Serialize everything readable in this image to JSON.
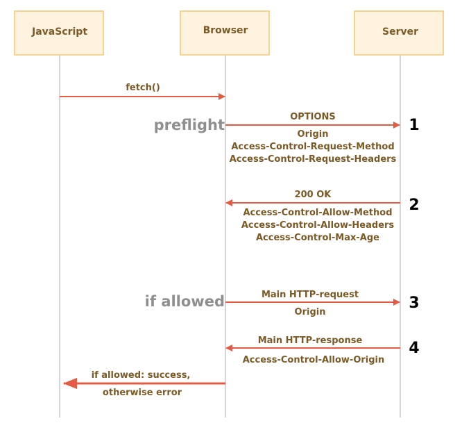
{
  "colors": {
    "actor_fill": "#fff3df",
    "actor_stroke": "#f0c777",
    "lifeline": "#c8c8c8",
    "arrow": "#e25c45",
    "label_text": "#7a5a27",
    "side_label": "#8f8f8f",
    "step_number": "#000000"
  },
  "actors": [
    {
      "id": "javascript",
      "label": "JavaScript"
    },
    {
      "id": "browser",
      "label": "Browser"
    },
    {
      "id": "server",
      "label": "Server"
    }
  ],
  "messages": [
    {
      "from": "javascript",
      "to": "browser",
      "label": "fetch()",
      "details": [],
      "side_label": "",
      "step": ""
    },
    {
      "from": "browser",
      "to": "server",
      "label": "OPTIONS",
      "details": [
        "Origin",
        "Access-Control-Request-Method",
        "Access-Control-Request-Headers"
      ],
      "side_label": "preflight",
      "step": "1"
    },
    {
      "from": "server",
      "to": "browser",
      "label": "200 OK",
      "details": [
        "Access-Control-Allow-Method",
        "Access-Control-Allow-Headers",
        "Access-Control-Max-Age"
      ],
      "side_label": "",
      "step": "2"
    },
    {
      "from": "browser",
      "to": "server",
      "label": "Main HTTP-request",
      "details": [
        "Origin"
      ],
      "side_label": "if allowed",
      "step": "3"
    },
    {
      "from": "server",
      "to": "browser",
      "label": "Main HTTP-response",
      "details": [
        "Access-Control-Allow-Origin"
      ],
      "side_label": "",
      "step": "4"
    },
    {
      "from": "browser",
      "to": "javascript",
      "label": "if allowed: success,",
      "details": [
        "otherwise error"
      ],
      "side_label": "",
      "step": ""
    }
  ]
}
